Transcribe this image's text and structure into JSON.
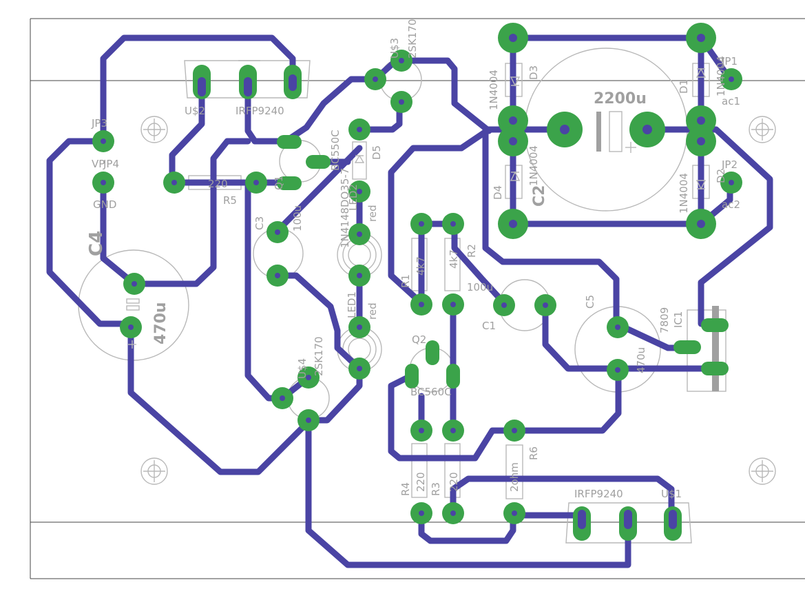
{
  "colors": {
    "trace": "#4a44a4",
    "pad": "#3ba34a",
    "silkscreen": "#a0a0a0",
    "background": "#ffffff"
  },
  "labels": {
    "us2": "U$2",
    "irfp9240_top": "IRFP9240",
    "us3": "U$3",
    "q2sk170_top": "2SK170",
    "jp3": "JP3",
    "vp": "VP",
    "jp4": "JP4",
    "gnd": "GND",
    "r5_val": "220",
    "r5": "R5",
    "q1": "Q1",
    "bc550c": "BC550C",
    "d5": "D5",
    "d5_type": "1N4148DO35-7",
    "c3": "C3",
    "c3_val": "100u",
    "led2": "LED2",
    "led2_col": "red",
    "c4": "C4",
    "c4_val": "470u",
    "led1": "LED1",
    "led1_col": "red",
    "us4": "U$4",
    "q2sk170_mid": "2SK170",
    "r1": "R1",
    "r1_val": "4k7",
    "r2": "R2",
    "r2_val": "4k7",
    "q2": "Q2",
    "bc560c": "BC560C",
    "c1": "C1",
    "c1_val": "100u",
    "d3": "D3",
    "d3_type": "1N4004",
    "d4": "D4",
    "d4_type": "1N4004",
    "c2_val": "2200u",
    "c2": "C2",
    "d1": "D1",
    "d1_type": "1N4004",
    "d2": "D2",
    "d2_type": "1N4004",
    "jp1": "JP1",
    "ac1": "ac1",
    "jp2": "JP2",
    "ac2": "ac2",
    "c5": "C5",
    "c5_val": "470u",
    "ic1_num": "7809",
    "ic1": "IC1",
    "r4": "R4",
    "r4_val": "220",
    "r3": "R3",
    "r3_val": "220",
    "r6": "R6",
    "r6_val": "2ohm",
    "irfp9240_bot": "IRFP9240",
    "us1": "U$1"
  }
}
